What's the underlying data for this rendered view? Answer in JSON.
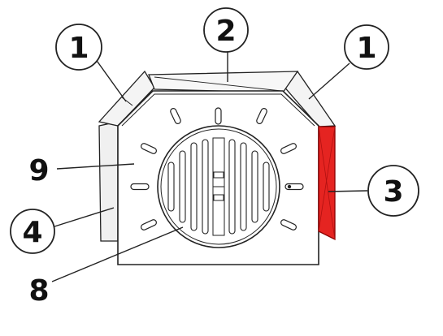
{
  "callouts": [
    {
      "id": "c1a",
      "label": "1",
      "circled": true
    },
    {
      "id": "c2",
      "label": "2",
      "circled": true
    },
    {
      "id": "c1b",
      "label": "1",
      "circled": true
    },
    {
      "id": "c9",
      "label": "9",
      "circled": false
    },
    {
      "id": "c3",
      "label": "3",
      "circled": true
    },
    {
      "id": "c4",
      "label": "4",
      "circled": true
    },
    {
      "id": "c8",
      "label": "8",
      "circled": false
    }
  ],
  "colors": {
    "outline": "#222222",
    "part_fill": "#ffffff",
    "side_panel": "#f0f0f0",
    "highlight": "#e52421",
    "highlight_dark": "#b01010"
  }
}
